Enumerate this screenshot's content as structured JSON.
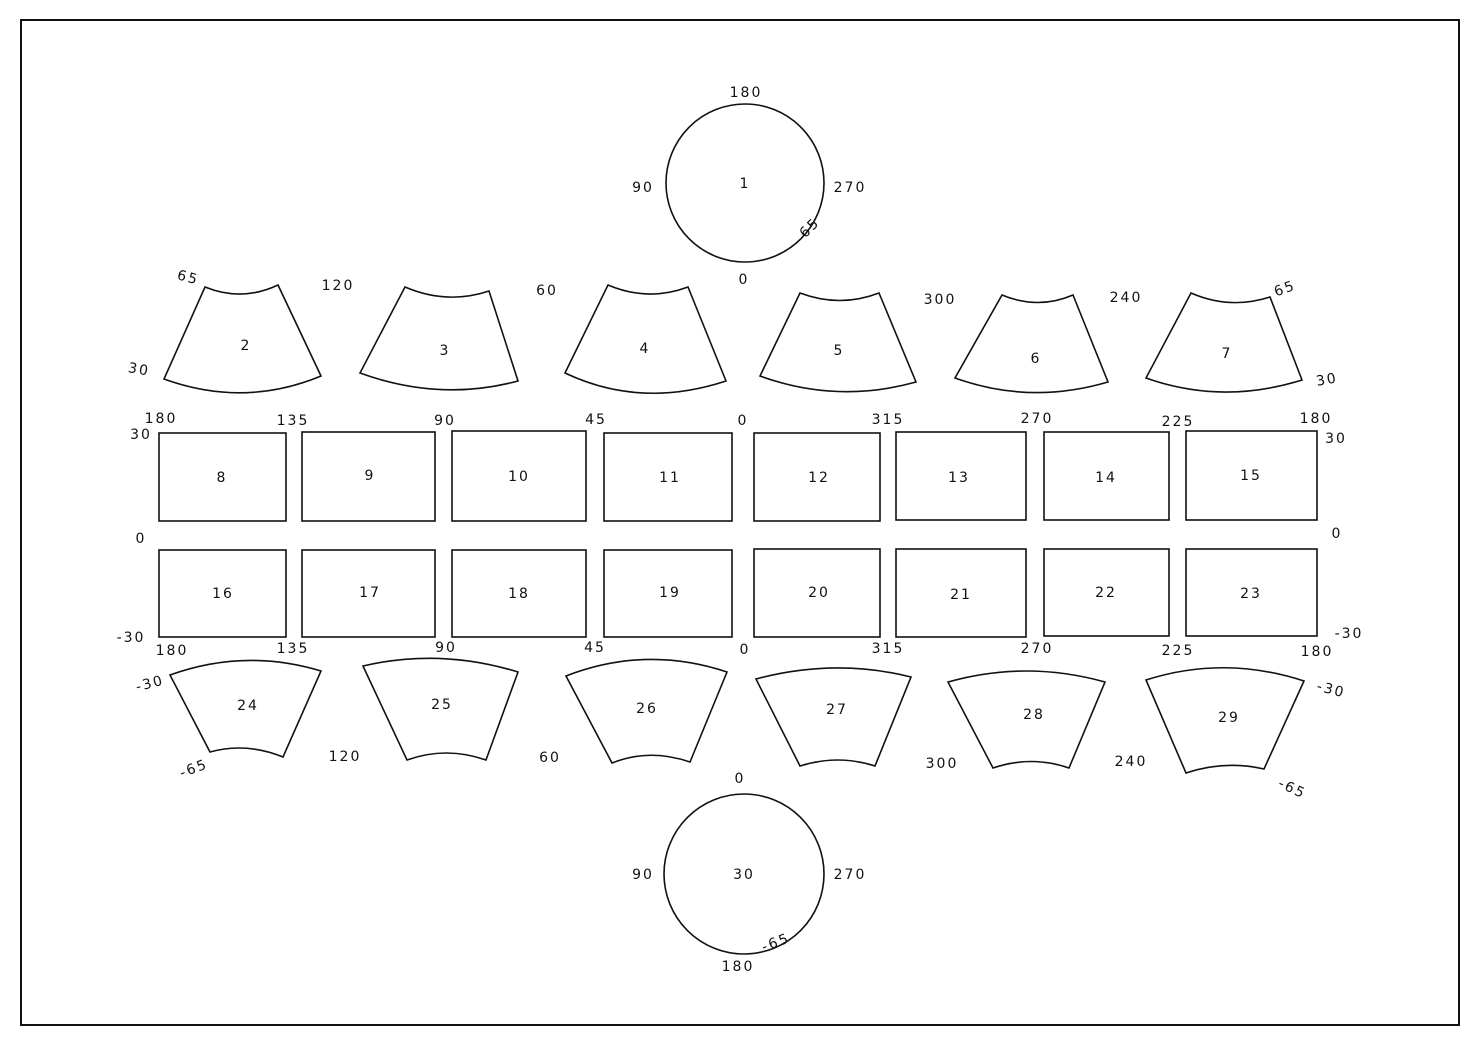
{
  "panels": {
    "p1": "1",
    "p2": "2",
    "p3": "3",
    "p4": "4",
    "p5": "5",
    "p6": "6",
    "p7": "7",
    "p8": "8",
    "p9": "9",
    "p10": "10",
    "p11": "11",
    "p12": "12",
    "p13": "13",
    "p14": "14",
    "p15": "15",
    "p16": "16",
    "p17": "17",
    "p18": "18",
    "p19": "19",
    "p20": "20",
    "p21": "21",
    "p22": "22",
    "p23": "23",
    "p24": "24",
    "p25": "25",
    "p26": "26",
    "p27": "27",
    "p28": "28",
    "p29": "29",
    "p30": "30"
  },
  "top_circle_labels": {
    "top": "180",
    "left": "90",
    "right": "270",
    "arc": "65",
    "bottom": "0"
  },
  "bottom_circle_labels": {
    "top": "0",
    "left": "90",
    "right": "270",
    "arc": "-65",
    "bottom": "180"
  },
  "upper_fan_labels": {
    "elev_65_left": "65",
    "elev_30_left": "30",
    "az_120": "120",
    "az_60": "60",
    "az_300": "300",
    "az_240": "240",
    "elev_65_right": "65",
    "elev_30_right": "30"
  },
  "grid_top_labels": [
    "180",
    "135",
    "90",
    "45",
    "0",
    "315",
    "270",
    "225",
    "180"
  ],
  "grid_bottom_labels": [
    "180",
    "135",
    "90",
    "45",
    "0",
    "315",
    "270",
    "225",
    "180"
  ],
  "grid_side_labels": {
    "left_30": "30",
    "left_0": "0",
    "left_m30": "-30",
    "right_30": "30",
    "right_0": "0",
    "right_m30": "-30"
  },
  "lower_fan_labels": {
    "elev_m30_left": "-30",
    "elev_m65_left": "-65",
    "az_120": "120",
    "az_60": "60",
    "az_300": "300",
    "az_240": "240",
    "elev_m30_right": "-30",
    "elev_m65_right": "-65"
  }
}
